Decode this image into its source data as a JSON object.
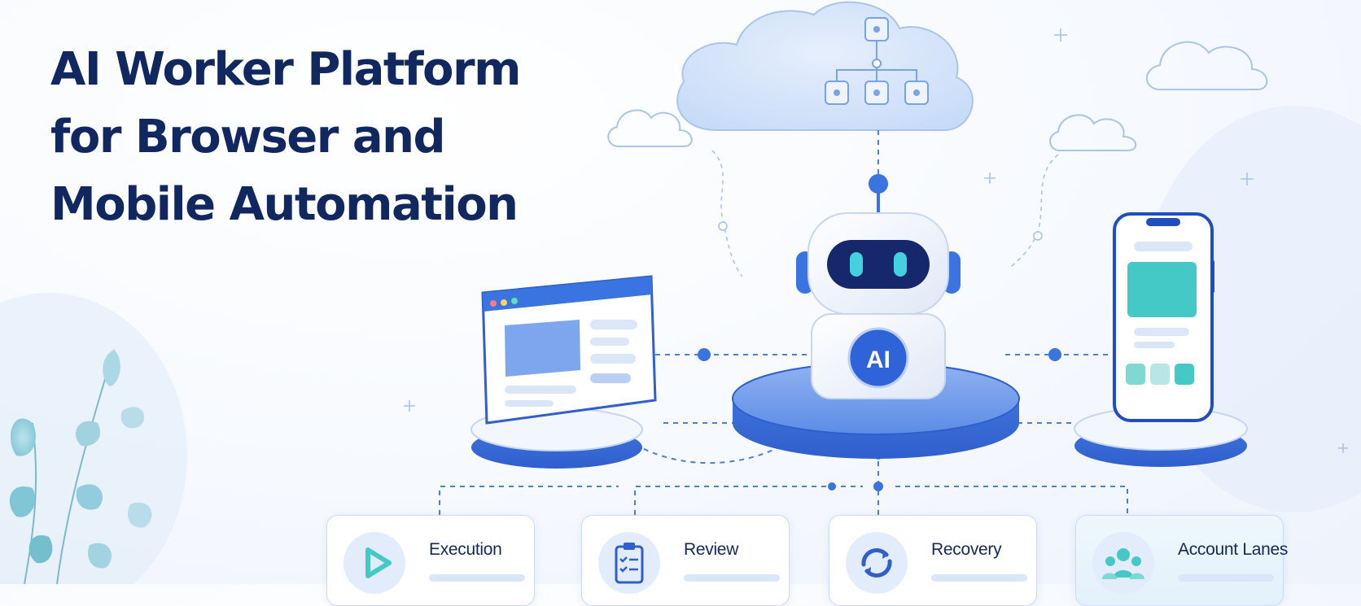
{
  "hero": {
    "title_lines": [
      "AI Worker Platform",
      "for Browser and",
      "Mobile Automation"
    ]
  },
  "robot": {
    "badge": "AI"
  },
  "cards": [
    {
      "label": "Execution",
      "icon": "play-icon"
    },
    {
      "label": "Review",
      "icon": "clipboard-checklist-icon"
    },
    {
      "label": "Recovery",
      "icon": "refresh-cycle-icon"
    },
    {
      "label": "Account Lanes",
      "icon": "people-group-icon"
    }
  ],
  "colors": {
    "title": "#10275f",
    "accent_blue": "#3a74e0",
    "teal": "#45c9c6",
    "cloud": "#dbe8fb",
    "card_border": "#c9dbf6"
  }
}
